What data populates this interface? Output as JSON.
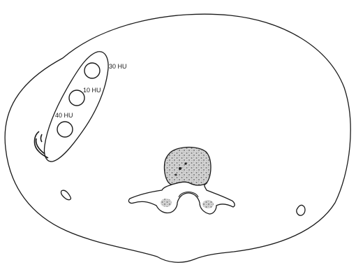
{
  "roi_labels": {
    "top": "30 HU",
    "middle": "10 HU",
    "bottom": "40 HU"
  },
  "colors": {
    "outline": "#1a1a1a",
    "background": "#ffffff",
    "bone_fill": "#c9c9c9",
    "bone_speckle": "#6f6f6f"
  }
}
